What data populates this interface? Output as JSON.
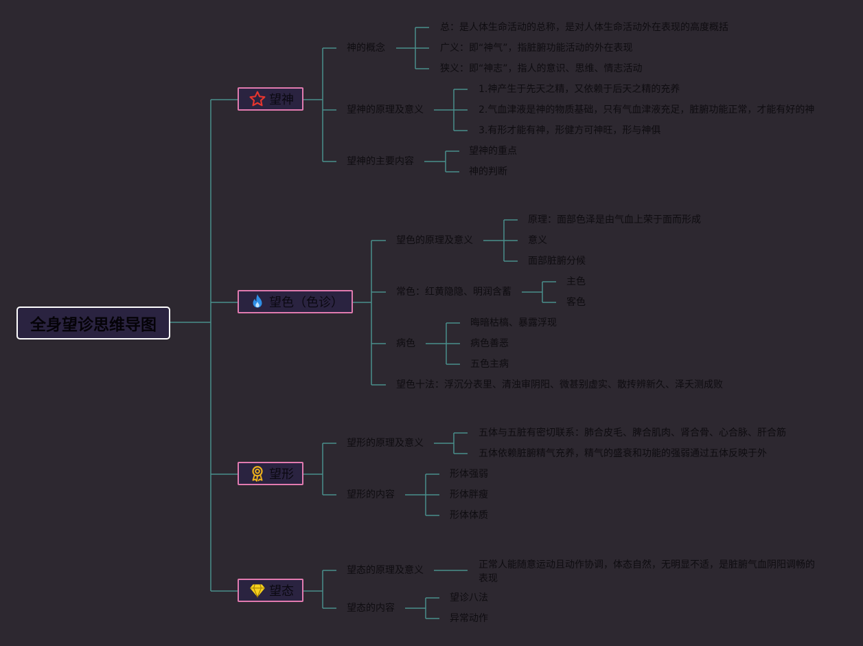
{
  "root": "全身望诊思维导图",
  "branches": [
    {
      "label": "望神",
      "icon": "star-icon",
      "children": [
        {
          "label": "神的概念",
          "children": [
            "总：是人体生命活动的总称，是对人体生命活动外在表现的高度概括",
            "广义：即“神气”，指脏腑功能活动的外在表现",
            "狭义：即“神志”，指人的意识、思维、情志活动"
          ]
        },
        {
          "label": "望神的原理及意义",
          "children": [
            "1.神产生于先天之精，又依赖于后天之精的充养",
            "2.气血津液是神的物质基础，只有气血津液充足，脏腑功能正常，才能有好的神",
            "3.有形才能有神，形健方可神旺，形与神俱"
          ]
        },
        {
          "label": "望神的主要内容",
          "children": [
            "望神的重点",
            "神的判断"
          ]
        }
      ]
    },
    {
      "label": "望色（色诊）",
      "icon": "flame-icon",
      "children": [
        {
          "label": "望色的原理及意义",
          "children": [
            "原理：面部色泽是由气血上荣于面而形成",
            "意义",
            "面部脏腑分候"
          ]
        },
        {
          "label": "常色：红黄隐隐、明润含蓄",
          "children": [
            "主色",
            "客色"
          ]
        },
        {
          "label": "病色",
          "children": [
            "晦暗枯槁、暴露浮现",
            "病色善恶",
            "五色主病"
          ]
        },
        {
          "label": "望色十法：浮沉分表里、清浊审阴阳、微甚别虚实、散抟辨新久、泽夭测成败",
          "children": []
        }
      ]
    },
    {
      "label": "望形",
      "icon": "award-icon",
      "children": [
        {
          "label": "望形的原理及意义",
          "children": [
            "五体与五脏有密切联系：肺合皮毛、脾合肌肉、肾合骨、心合脉、肝合筋",
            "五体依赖脏腑精气充养，精气的盛衰和功能的强弱通过五体反映于外"
          ]
        },
        {
          "label": "望形的内容",
          "children": [
            "形体强弱",
            "形体胖瘦",
            "形体体质"
          ]
        }
      ]
    },
    {
      "label": "望态",
      "icon": "diamond-icon",
      "children": [
        {
          "label": "望态的原理及意义",
          "children": [
            "正常人能随意运动且动作协调，体态自然，无明显不适，是脏腑气血阴阳调畅的表现"
          ]
        },
        {
          "label": "望态的内容",
          "children": [
            "望诊八法",
            "异常动作"
          ]
        }
      ]
    }
  ],
  "colors": {
    "line": "#4a8f8c",
    "branch_border": "#e27bb0",
    "root_border": "#ffffff",
    "background": "#2d2830"
  }
}
